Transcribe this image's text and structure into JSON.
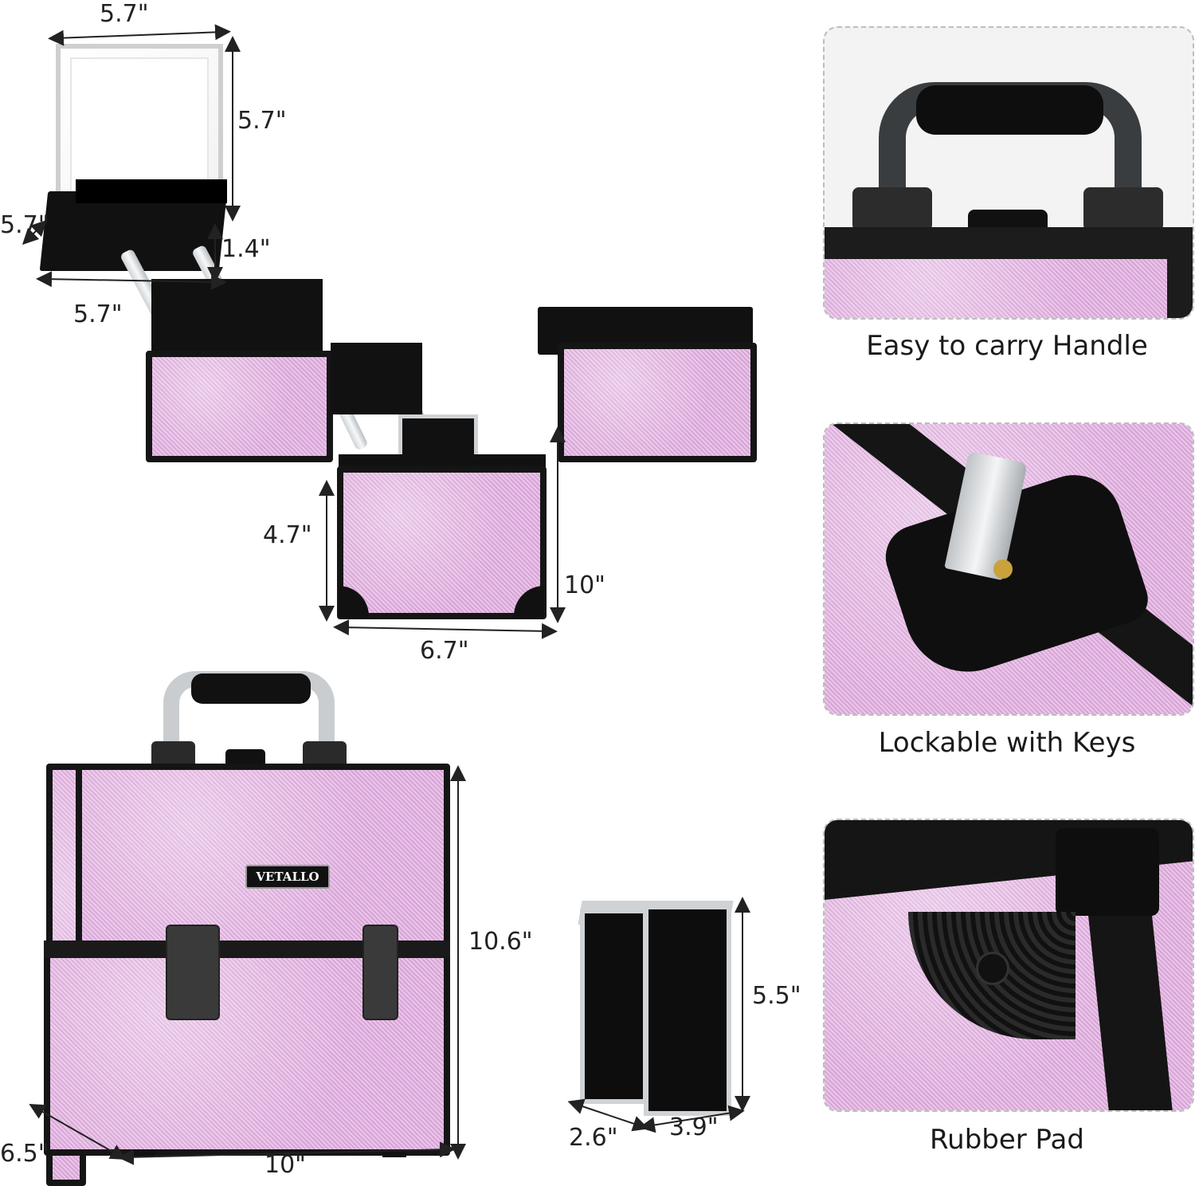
{
  "product": {
    "brand_label": "VETALLO"
  },
  "dimensions": {
    "mirror_width": "5.7\"",
    "mirror_height": "5.7\"",
    "top_tray_depth": "5.7\"",
    "top_tray_height": "1.4\"",
    "top_tray_width": "5.7\"",
    "bottom_height": "4.7\"",
    "total_height_open": "10\"",
    "bottom_width": "6.7\"",
    "case_height": "10.6\"",
    "case_depth": "6.5\"",
    "case_width": "10\"",
    "holder_height": "5.5\"",
    "holder_depth": "2.6\"",
    "holder_width": "3.9\""
  },
  "features": [
    {
      "caption": "Easy to carry Handle"
    },
    {
      "caption": "Lockable with Keys"
    },
    {
      "caption": "Rubber Pad"
    }
  ],
  "colors": {
    "case_pink": "#e2b6e1",
    "frame_black": "#151515",
    "panel_border": "#bdbdbd"
  }
}
